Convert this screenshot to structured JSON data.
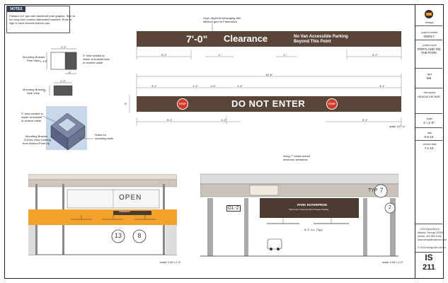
{
  "notes": {
    "title": "NOTES",
    "text_lines": [
      "Painted 1/4\" pan with stretched print graphic. Sign to",
      "be hung from custom fabricated brackets. Ends of",
      "sign to have smooth bottom cap."
    ]
  },
  "bracket_labels": {
    "plan_view": [
      "Mounting Bracket",
      "Plan View"
    ],
    "side_view": [
      "Mounting Bracket",
      "Side View"
    ],
    "isometric": [
      "Mounting Bracket",
      "3-D/Iso View Looking",
      "from Bottom Point Up"
    ],
    "callout_weld": [
      "3\" tube welded to",
      "inside of bracket face",
      "to receive cable."
    ],
    "callout_weld_2": [
      "3\" tube welded to",
      "inside of bracket",
      "to receive cable."
    ],
    "callout_holes": [
      "Holes for",
      "mounting bolts."
    ],
    "dim_top_plan": "1'-0\"",
    "dim_side_plan": "1'-1/2\"",
    "dim_bottom_plan": "6\"",
    "dim_top_side": "1'-0\"",
    "dim_side_side": "6\""
  },
  "sign1": {
    "callout": [
      "Vinyl, bright lit messaging with",
      "stitched gum to Fabrication"
    ],
    "height_text": "7'-0\"",
    "main_text": "Clearance",
    "sub_text": [
      "No Van Accessible Parking",
      "Beyond This Point"
    ],
    "dims": [
      "5'-2\"",
      "1'-\"",
      "1'-\"",
      "5'-2\""
    ]
  },
  "sign2": {
    "overall_dim": "15'-8\"",
    "main_text": "DO NOT ENTER",
    "stop_text": "STOP",
    "left_height": "6\"",
    "dims_top": [
      "3'-1\"",
      "1'-2\"",
      "1'-0\"",
      "1'-4\"",
      "3'-1\""
    ],
    "dims_bottom": [
      "5'-1\"",
      "1'-2\"",
      "5'-1\""
    ],
    "scale": "scale 1/4\"=1'"
  },
  "elevation_left": {
    "open_sign": "OPEN",
    "num1": "13",
    "num2": "8",
    "band_text": "Clearance",
    "scale": "scale 1/16\"=1'-0\""
  },
  "elevation_right": {
    "callout": [
      "Hung 7\" below actual",
      "minimum clearance"
    ],
    "label_gl": "GL-2",
    "label_typ": "TYP",
    "label_7": "7",
    "label_2": "2",
    "sign_line1": "PARK ENTERPRISE",
    "sign_line2": "Vancouver Cameras Ava & Rosen Parking",
    "dim": "6'-0\" o.c. (Typ)",
    "scale": "scale 1/16\"=1'-0\""
  },
  "title_block": {
    "logo_text": "design",
    "project_label": "project number",
    "project_value": "000017",
    "client_label": "project name",
    "client_value": [
      "PORTLAND ON",
      "THE PARK"
    ],
    "type_label": "type",
    "type_value": "M8",
    "description_label": "description",
    "description_value": "HEADACHE BAR",
    "scale_label": "scale",
    "scale_value": "1\"=1'-0\"",
    "date_label": "date",
    "date_value": "5-6-16",
    "revised_label": "revised date",
    "revised_value": "7-1-16",
    "address": [
      "1234 Sand Blvd #",
      "Atlanta, Georgia 30309",
      "phone: 404.555.1234",
      "www.designfirmstudio.com"
    ],
    "copyright": "© 2016 design firm studio",
    "sheet_prefix": "IS",
    "sheet_number": "211"
  },
  "colors": {
    "sign_brown": "#5a4638",
    "orange_band": "#f2a22a",
    "stop_red": "#d33a2a",
    "steel": "#6a7490",
    "wood": "#4b3a30"
  }
}
